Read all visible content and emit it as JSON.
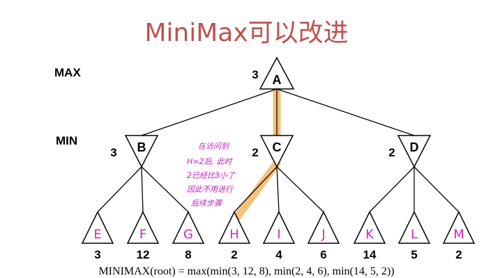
{
  "title": "MiniMax可以改进",
  "levels": {
    "max": "MAX",
    "min": "MIN"
  },
  "root": {
    "label": "A",
    "value": "3"
  },
  "min_nodes": [
    {
      "label": "B",
      "value": "3"
    },
    {
      "label": "C",
      "value": "2"
    },
    {
      "label": "D",
      "value": "2"
    }
  ],
  "leaves": [
    {
      "label": "E",
      "value": "3"
    },
    {
      "label": "F",
      "value": "12"
    },
    {
      "label": "G",
      "value": "8"
    },
    {
      "label": "H",
      "value": "2"
    },
    {
      "label": "I",
      "value": "4"
    },
    {
      "label": "J",
      "value": "6"
    },
    {
      "label": "K",
      "value": "14"
    },
    {
      "label": "L",
      "value": "5"
    },
    {
      "label": "M",
      "value": "2"
    }
  ],
  "annotation": [
    "在访问到",
    "H=2后, 此时",
    "2已经比3小了",
    "因此不用进行",
    "后续步骤"
  ],
  "formula": "MINIMAX(root) = max(min(3, 12, 8), min(2, 4, 6), min(14, 5, 2))",
  "colors": {
    "title": "#c0504d",
    "highlight": "#f5c27a",
    "leaf_letter": "#e020c0",
    "annotation": "#c020c0"
  }
}
